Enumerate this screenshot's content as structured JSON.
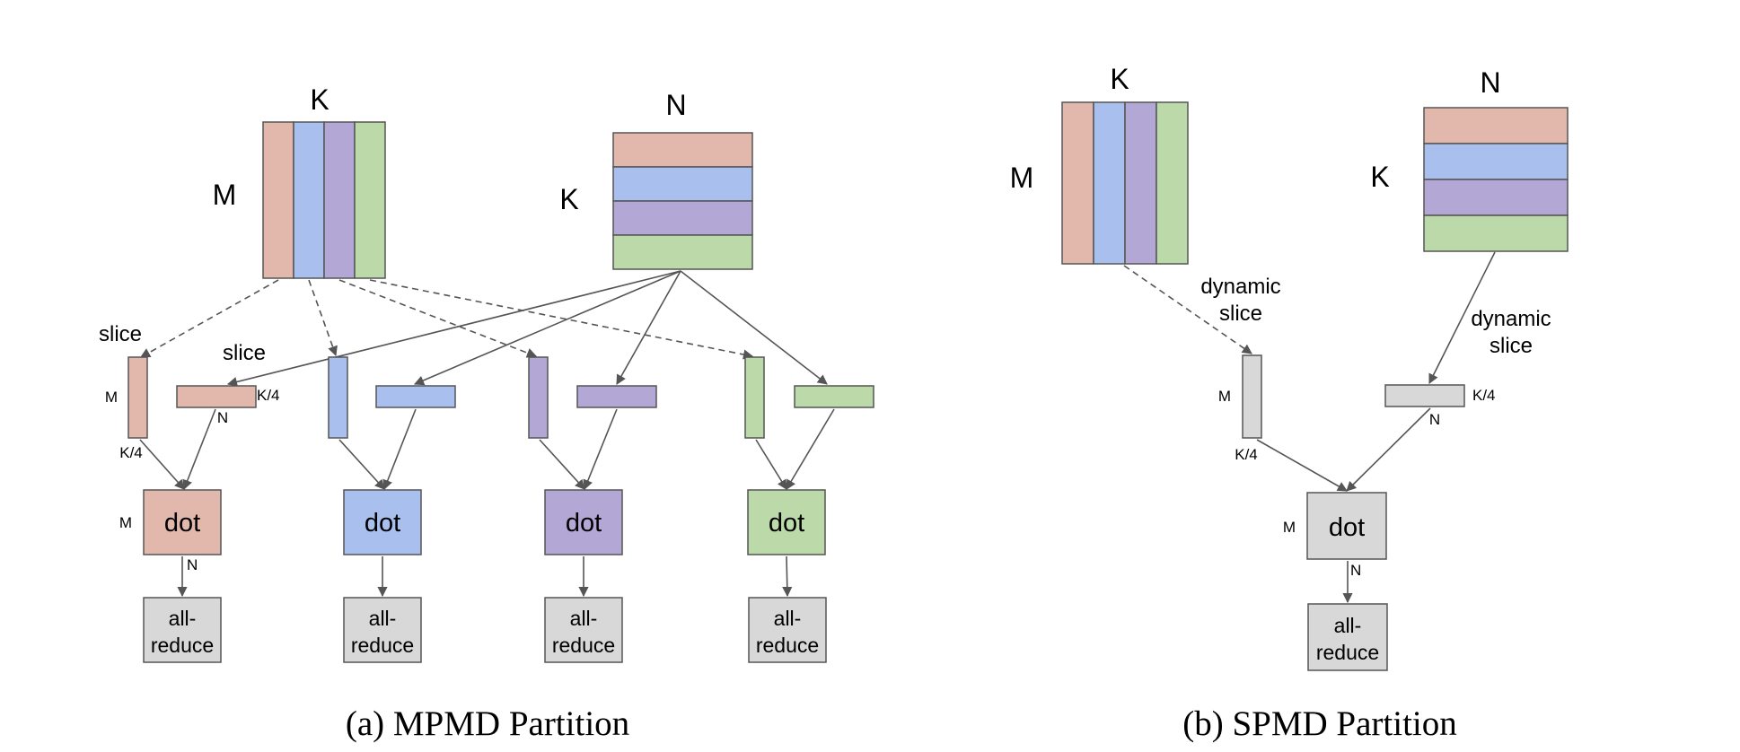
{
  "colors": {
    "red": "#e2b8ad",
    "blue": "#a9c0ef",
    "purple": "#b2a7d5",
    "green": "#bcd9aa",
    "gray": "#d8d8d8",
    "stroke": "#555555"
  },
  "mpmd": {
    "caption": "(a) MPMD Partition",
    "lhs": {
      "label_top": "K",
      "label_left": "M"
    },
    "rhs": {
      "label_top": "N",
      "label_left": "K"
    },
    "slice_label_lhs": "slice",
    "slice_label_rhs": "slice",
    "shard_labels": {
      "m": "M",
      "k4": "K/4",
      "k4_rhs": "K/4",
      "n": "N"
    },
    "dot_label": "dot",
    "dot_dims": {
      "m": "M",
      "n": "N"
    },
    "reduce_label_1": "all-",
    "reduce_label_2": "reduce"
  },
  "spmd": {
    "caption": "(b) SPMD Partition",
    "lhs": {
      "label_top": "K",
      "label_left": "M"
    },
    "rhs": {
      "label_top": "N",
      "label_left": "K"
    },
    "dyn_slice_lhs_1": "dynamic",
    "dyn_slice_lhs_2": "slice",
    "dyn_slice_rhs_1": "dynamic",
    "dyn_slice_rhs_2": "slice",
    "shard_labels": {
      "m": "M",
      "k4": "K/4",
      "k4_rhs": "K/4",
      "n": "N"
    },
    "dot_label": "dot",
    "dot_dims": {
      "m": "M",
      "n": "N"
    },
    "reduce_label_1": "all-",
    "reduce_label_2": "reduce"
  }
}
